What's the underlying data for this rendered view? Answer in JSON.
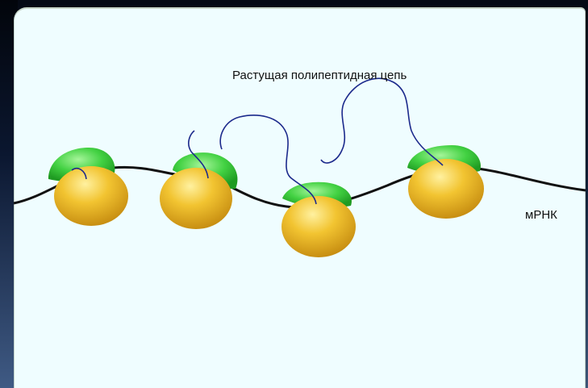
{
  "labels": {
    "chain": "Растущая полипептидная цепь",
    "mrna": "мРНК"
  },
  "colors": {
    "background": "#effdff",
    "small_subunit": "#42d142",
    "large_subunit": "#e2b21c",
    "mrna_strand": "#111111",
    "polypeptide": "#1c2a8c"
  },
  "ribosome_count": 4
}
